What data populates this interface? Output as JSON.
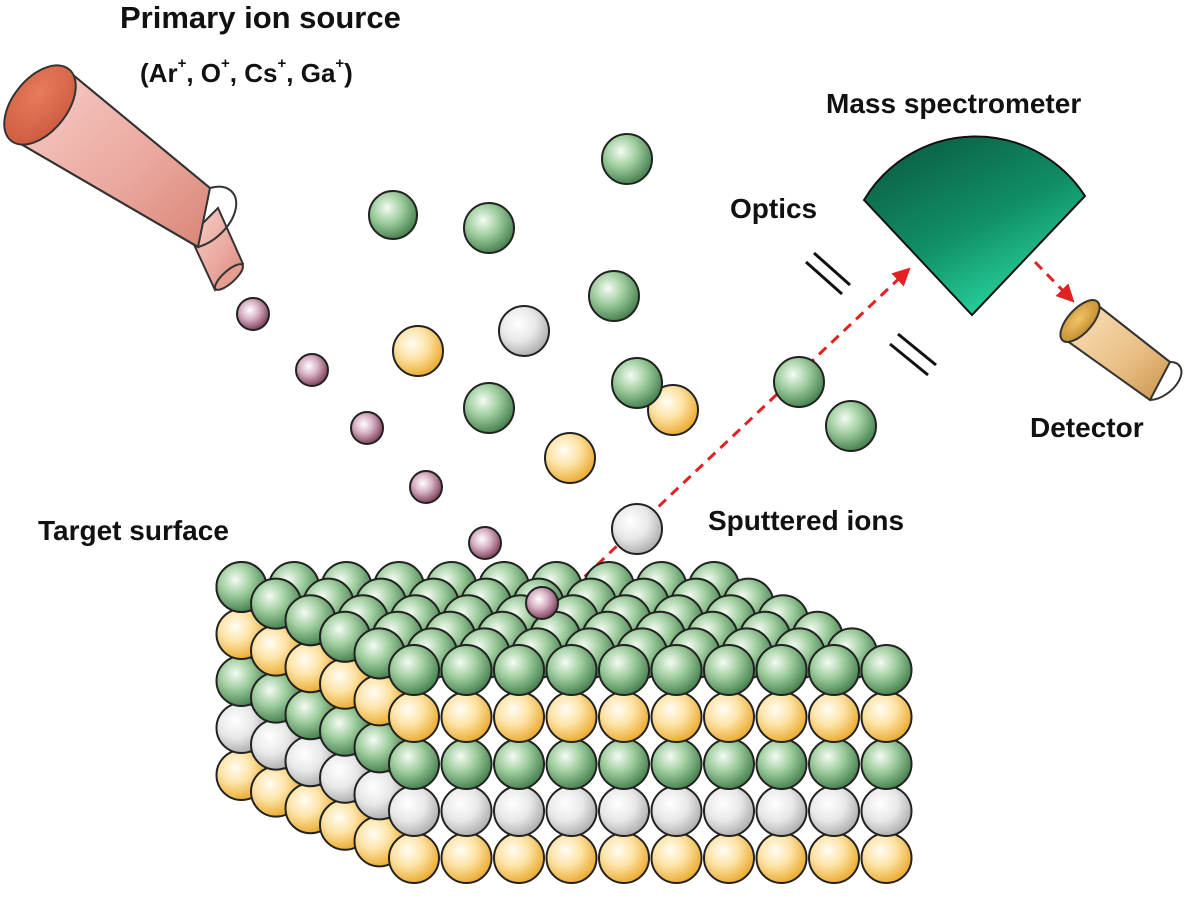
{
  "labels": {
    "primary_ion_source": "Primary ion source",
    "ions": [
      {
        "symbol": "Ar",
        "charge": "+",
        "sep": ", "
      },
      {
        "symbol": "O",
        "charge": "+",
        "sep": ", "
      },
      {
        "symbol": "Cs",
        "charge": "+",
        "sep": ", "
      },
      {
        "symbol": "Ga",
        "charge": "+",
        "sep": ""
      }
    ],
    "ions_open": "(",
    "ions_close": ")",
    "mass_spectrometer": "Mass spectrometer",
    "optics": "Optics",
    "detector": "Detector",
    "target_surface": "Target surface",
    "sputtered_ions": "Sputtered ions"
  },
  "colors": {
    "green_atom": "#5f9a66",
    "yellow_atom": "#f3b93a",
    "gray_atom": "#c9c9c9",
    "primary_ion": "#7a3550",
    "ion_gun_body": "#e9a39a",
    "ion_gun_face": "#d9694d",
    "spectrometer": "#0e8a63",
    "detector": "#d9a55a",
    "trajectory": "#e22222"
  },
  "lattice": {
    "columns": 10,
    "depth_rows": 6,
    "layers_front_top_to_bottom": [
      "green",
      "yellow",
      "green",
      "gray",
      "yellow"
    ]
  }
}
